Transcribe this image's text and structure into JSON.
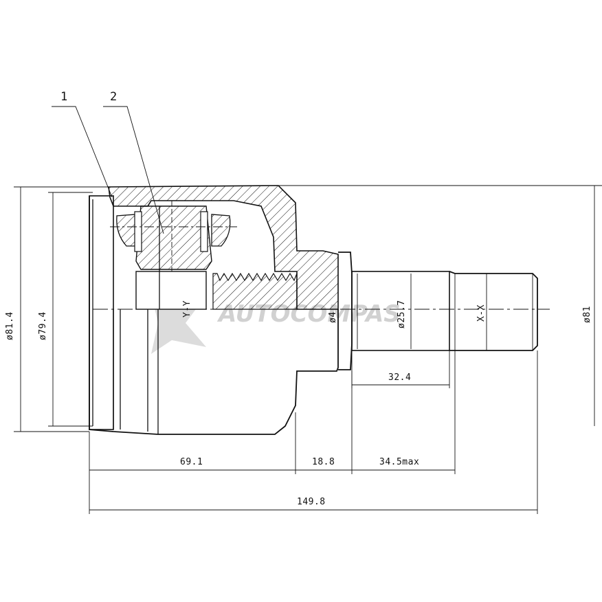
{
  "callouts": [
    "1",
    "2"
  ],
  "dimensions": {
    "outer_diameter": "ø81.4",
    "inner_diameter": "ø79.4",
    "spline_diameter": "ø25.7",
    "collar_diameter": "ø4",
    "thread_diameter": "ø81",
    "spline_length": "32.4",
    "housing_length": "69.1",
    "neck_length": "18.8",
    "stem_length": "34.5max",
    "total_length": "149.8"
  },
  "section_marks": {
    "y": "Y-Y",
    "x": "X-X"
  },
  "watermark": "AUTOCOMPAS",
  "colors": {
    "line": "#111111",
    "hatch": "#111111",
    "watermark": "#9a9a9a"
  }
}
